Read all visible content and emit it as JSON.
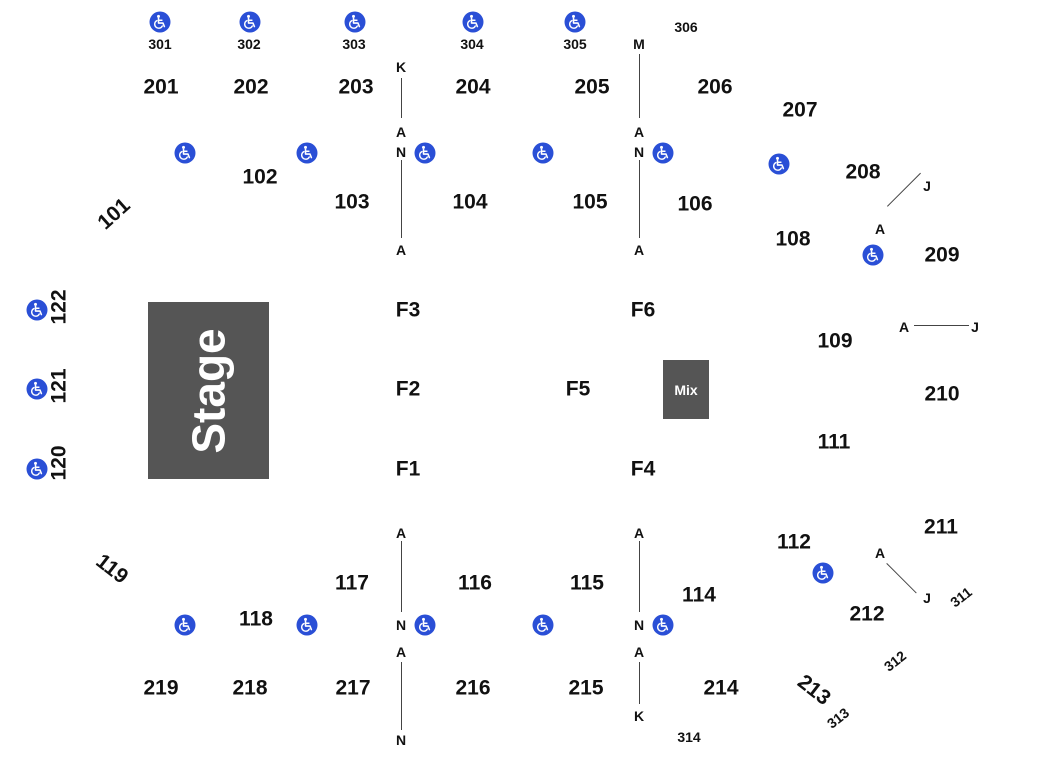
{
  "sections": {
    "s101": "101",
    "s102": "102",
    "s103": "103",
    "s104": "104",
    "s105": "105",
    "s106": "106",
    "s108": "108",
    "s109": "109",
    "s111": "111",
    "s112": "112",
    "s114": "114",
    "s115": "115",
    "s116": "116",
    "s117": "117",
    "s118": "118",
    "s119": "119",
    "s120": "120",
    "s121": "121",
    "s122": "122",
    "s201": "201",
    "s202": "202",
    "s203": "203",
    "s204": "204",
    "s205": "205",
    "s206": "206",
    "s207": "207",
    "s208": "208",
    "s209": "209",
    "s210": "210",
    "s211": "211",
    "s212": "212",
    "s213": "213",
    "s214": "214",
    "s215": "215",
    "s216": "216",
    "s217": "217",
    "s218": "218",
    "s219": "219",
    "s301": "301",
    "s302": "302",
    "s303": "303",
    "s304": "304",
    "s305": "305",
    "s306": "306",
    "s311": "311",
    "s312": "312",
    "s313": "313",
    "s314": "314",
    "F1": "F1",
    "F2": "F2",
    "F3": "F3",
    "F4": "F4",
    "F5": "F5",
    "F6": "F6"
  },
  "rows": {
    "K": "K",
    "M": "M",
    "A": "A",
    "N": "N",
    "J": "J"
  },
  "stage_label": "Stage",
  "mix_label": "Mix",
  "colors": {
    "accessible_icon": "#2a4fd6",
    "block_fill": "#555555",
    "line": "#444444"
  },
  "icons": {
    "accessible": "wheelchair-icon"
  }
}
